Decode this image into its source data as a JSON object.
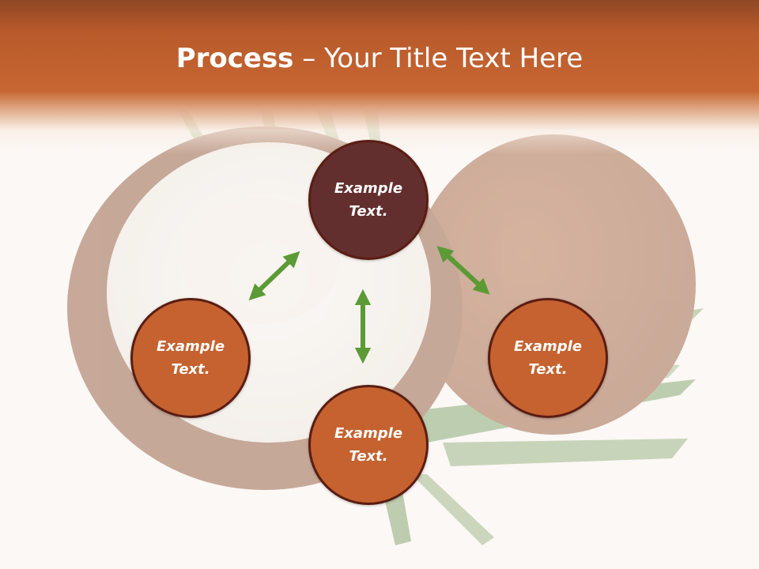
{
  "title": {
    "bold": "Process",
    "rest": " – Your Title Text Here"
  },
  "nodes": [
    {
      "line1": "Example",
      "line2": "Text."
    },
    {
      "line1": "Example",
      "line2": "Text."
    },
    {
      "line1": "Example",
      "line2": "Text."
    },
    {
      "line1": "Example",
      "line2": "Text."
    }
  ],
  "colors": {
    "header": "#c76632",
    "node_top": "#632f2e",
    "node_other": "#c5622f",
    "node_border": "#5a1d12",
    "arrow": "#5b9a35"
  }
}
